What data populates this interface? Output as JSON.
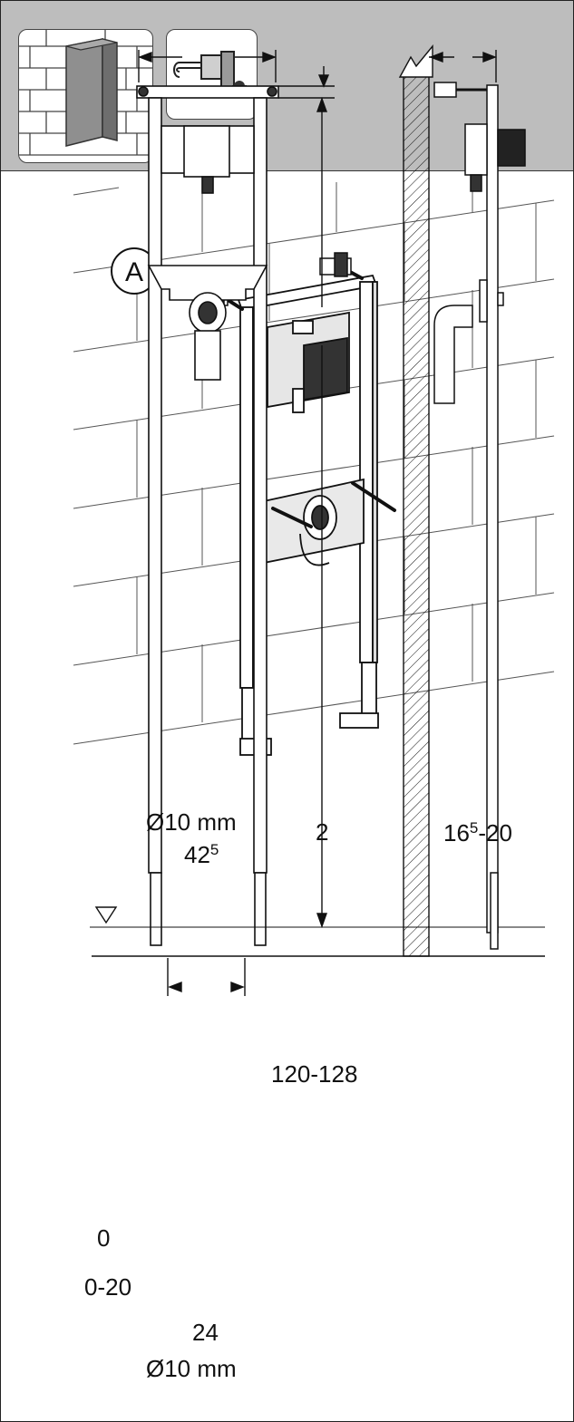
{
  "header": {
    "icons": [
      {
        "name": "wall-enclosure-icon"
      },
      {
        "name": "wall-bracket-icon"
      }
    ]
  },
  "callouts": {
    "figure_marker": "A"
  },
  "dimensions": {
    "hole_top": "Ø10 mm",
    "width_main": "42",
    "width_sup": "5",
    "top_gap": "2",
    "depth_main": "16",
    "depth_sup": "5",
    "depth_rest": "-20",
    "height": "120-128",
    "floor_zero": "0",
    "floor_range": "0-20",
    "foot_spacing": "24",
    "hole_bottom": "Ø10 mm"
  },
  "colors": {
    "header_bg": "#bdbdbd",
    "line": "#111111",
    "bracket": "#222222"
  }
}
